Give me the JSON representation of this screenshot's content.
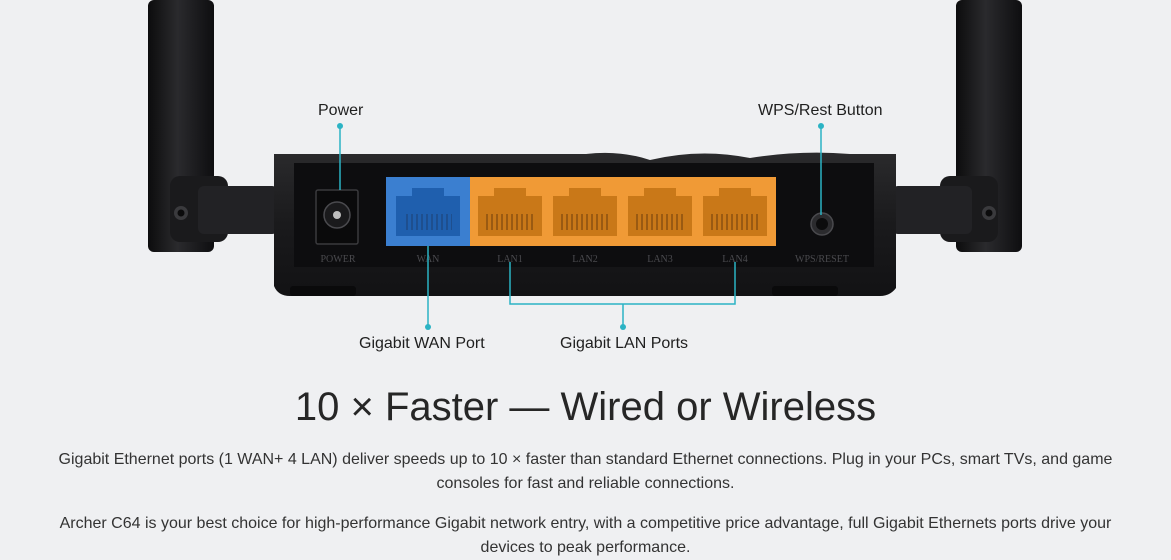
{
  "callouts": {
    "power": "Power",
    "wps": "WPS/Rest Button",
    "wan": "Gigabit WAN Port",
    "lan": "Gigabit LAN Ports"
  },
  "port_labels": {
    "power": "POWER",
    "wan": "WAN",
    "lan1": "LAN1",
    "lan2": "LAN2",
    "lan3": "LAN3",
    "lan4": "LAN4",
    "wps_reset": "WPS/RESET"
  },
  "headline": "10 × Faster — Wired or Wireless",
  "paragraphs": [
    "Gigabit Ethernet ports (1 WAN+ 4 LAN) deliver speeds up to 10 × faster than standard Ethernet connections. Plug in your PCs, smart TVs, and game consoles for fast and reliable connections.",
    "Archer C64 is your best choice for high-performance Gigabit network entry, with a competitive price advantage, full Gigabit Ethernets ports drive your devices to peak performance."
  ],
  "colors": {
    "background": "#eff0f2",
    "wan_port": "#3b7fd0",
    "lan_port": "#f09a36",
    "callout_line": "#2bb3c4",
    "router_body": "#1b1b1d"
  }
}
